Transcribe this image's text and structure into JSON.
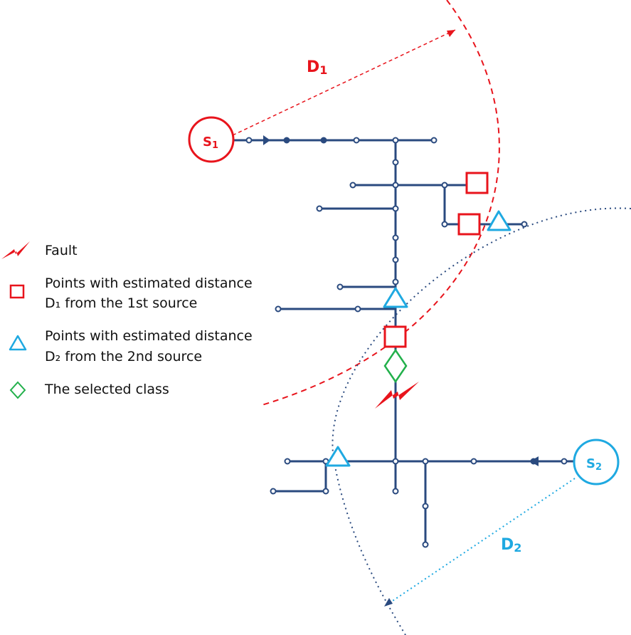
{
  "sources": {
    "s1": {
      "label_main": "S",
      "label_sub": "1",
      "color": "#e8141c"
    },
    "s2": {
      "label_main": "S",
      "label_sub": "2",
      "color": "#1fa9e1"
    }
  },
  "distances": {
    "d1": {
      "label_main": "D",
      "label_sub": "1",
      "color": "#e8141c"
    },
    "d2": {
      "label_main": "D",
      "label_sub": "2",
      "color": "#1fa9e1"
    }
  },
  "legend": {
    "fault": "Fault",
    "square_line1": "Points with estimated distance",
    "square_line2": "D₁ from the 1st source",
    "triangle_line1": "Points with estimated distance",
    "triangle_line2": "D₂ from the 2nd source",
    "diamond": "The selected class"
  },
  "colors": {
    "network": "#2a4a7f",
    "red": "#e8141c",
    "cyan": "#1fa9e1",
    "green": "#22b04b",
    "arc2": "#2a4a7f"
  }
}
